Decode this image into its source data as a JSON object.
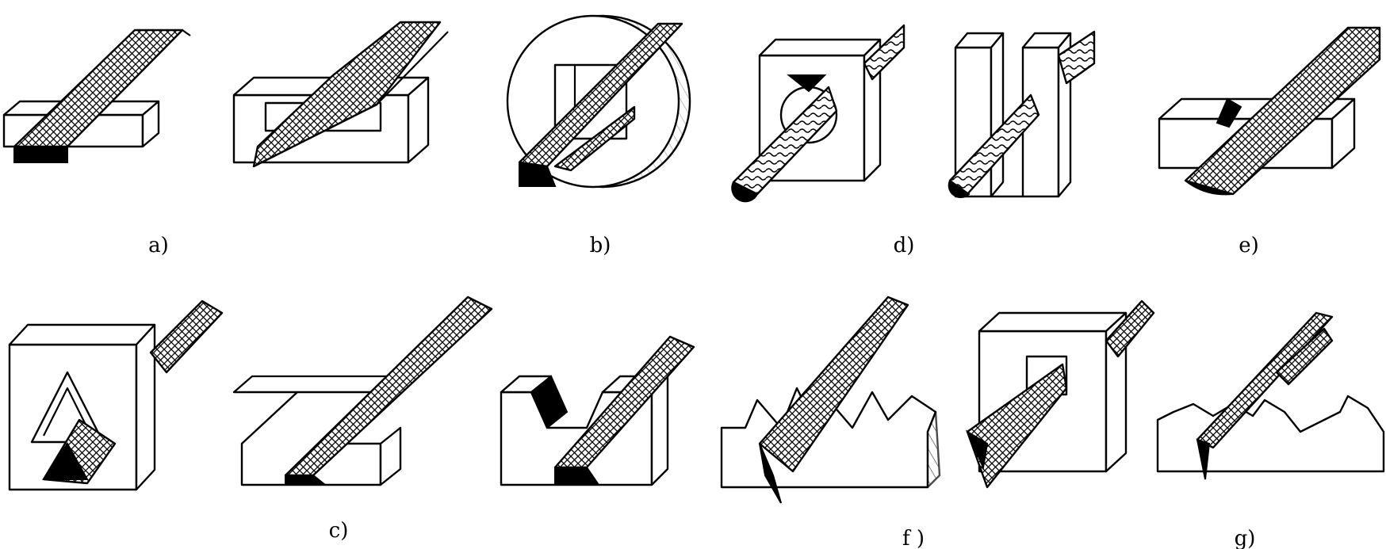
{
  "labels": {
    "a": "a)",
    "b": "b)",
    "c": "c)",
    "d": "d)",
    "e": "e)",
    "f": "f )",
    "g": "g)"
  },
  "colors": {
    "ink": "#000000",
    "paper": "#ffffff"
  }
}
